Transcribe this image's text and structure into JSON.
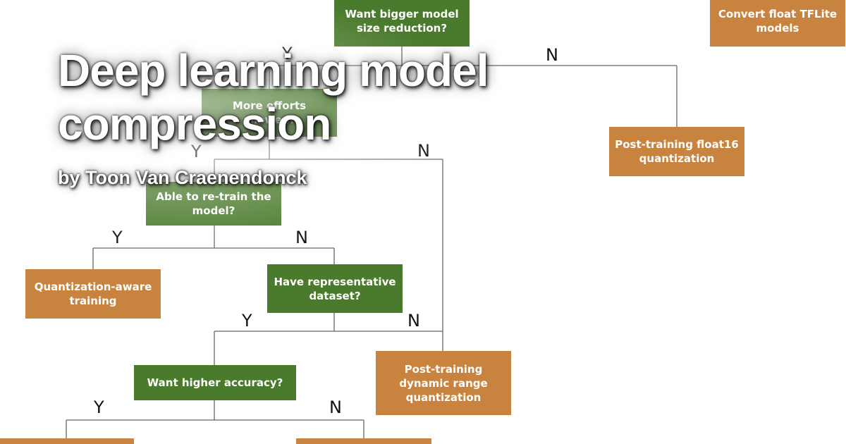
{
  "header": {
    "title": "Deep learning model compression",
    "byline": "by Toon Van Craenendonck"
  },
  "colors": {
    "decision_box": "#4a7a2c",
    "result_box": "#c8843f",
    "connector": "#666666",
    "title_text": "#ffffff"
  },
  "diagram": {
    "nodes": {
      "want_bigger_reduction": "Want bigger model size reduction?",
      "more_efforts": "More efforts allowed?",
      "able_to_retrain": "Able to re-train the model?",
      "have_representative_dataset": "Have representative dataset?",
      "want_higher_accuracy": "Want higher accuracy?",
      "convert_float_tflite": "Convert float TFLite models",
      "post_training_float16": "Post-training float16 quantization",
      "quantization_aware_training": "Quantization-aware training",
      "post_training_dynamic_range": "Post-training dynamic range quantization",
      "accuracy_yes_result": "",
      "accuracy_no_result": ""
    },
    "branch_labels": {
      "yes": "Y",
      "no": "N"
    }
  }
}
